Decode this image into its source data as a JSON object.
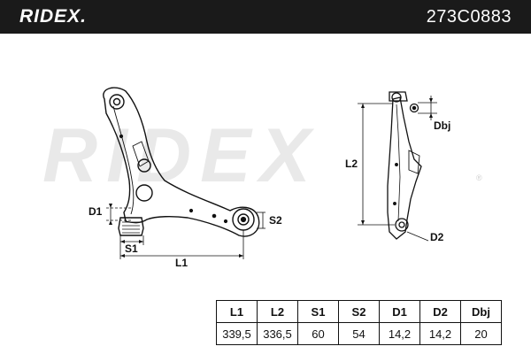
{
  "header": {
    "brand": "RIDEX.",
    "part_number": "273C0883"
  },
  "watermark": {
    "text": "RIDEX",
    "registered": "®"
  },
  "drawing": {
    "labels": {
      "d1": "D1",
      "s1": "S1",
      "l1": "L1",
      "s2": "S2",
      "l2": "L2",
      "dbj": "Dbj",
      "d2": "D2"
    }
  },
  "spec_table": {
    "headers": [
      "L1",
      "L2",
      "S1",
      "S2",
      "D1",
      "D2",
      "Dbj"
    ],
    "values": [
      "339,5",
      "336,5",
      "60",
      "54",
      "14,2",
      "14,2",
      "20"
    ]
  },
  "colors": {
    "header_bg": "#1a1a1a",
    "header_text": "#ffffff",
    "watermark": "#e9e9e9",
    "line": "#111111"
  }
}
